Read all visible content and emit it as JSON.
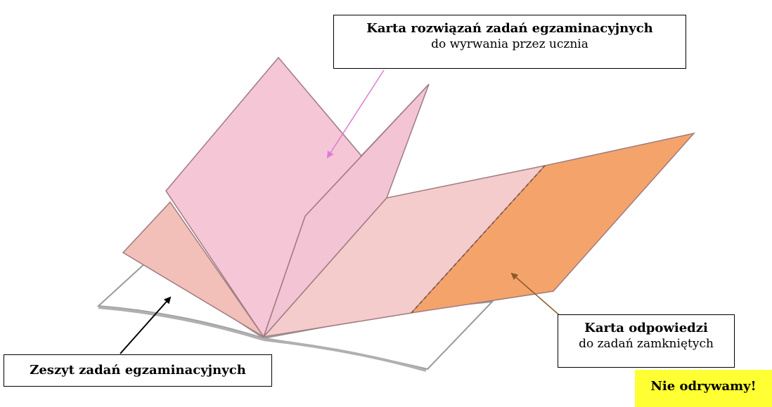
{
  "labels": {
    "top": {
      "title": "Karta rozwiązań zadań egzaminacyjnych",
      "subtitle": "do wyrwania przez ucznia"
    },
    "left": {
      "title": "Zeszyt zadań egzaminacyjnych"
    },
    "right": {
      "title": "Karta odpowiedzi",
      "subtitle": "do zadań zamkniętych"
    },
    "warning": {
      "title": "Nie odrywamy!"
    }
  },
  "colors": {
    "pink_sheet": "#f4c6d6",
    "pink_light": "#f3cccb",
    "pink_salmon": "#f2c0b8",
    "orange_sheet": "#f4a46a",
    "pink_arrow": "#e07ad6",
    "brown_arrow": "#8b5a2b",
    "warning_bg": "#ffff33"
  }
}
